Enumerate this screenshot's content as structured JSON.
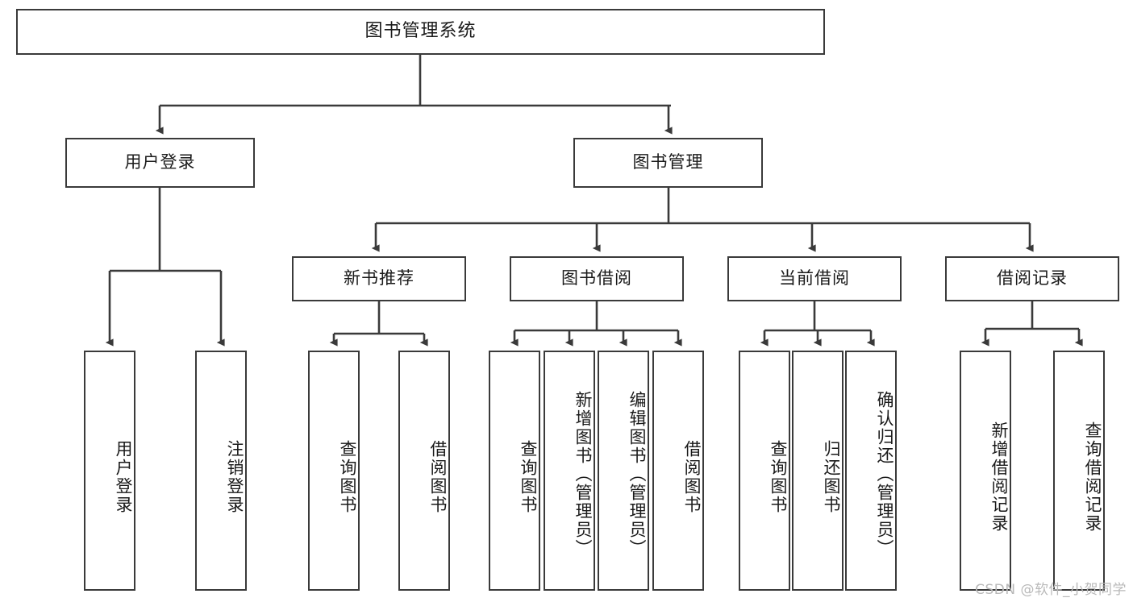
{
  "diagram": {
    "type": "tree-hierarchy",
    "title": "图书管理系统",
    "root": {
      "id": "root",
      "label": "图书管理系统"
    },
    "level2": [
      {
        "id": "user-login",
        "label": "用户登录"
      },
      {
        "id": "book-manage",
        "label": "图书管理"
      }
    ],
    "level3": [
      {
        "id": "new-book-rec",
        "label": "新书推荐"
      },
      {
        "id": "book-borrow",
        "label": "图书借阅"
      },
      {
        "id": "current-borrow",
        "label": "当前借阅"
      },
      {
        "id": "borrow-record",
        "label": "借阅记录"
      }
    ],
    "leaves": {
      "user_login": [
        {
          "id": "leaf-user-login",
          "label": "用户登录"
        },
        {
          "id": "leaf-logout",
          "label": "注销登录"
        }
      ],
      "new_book_rec": [
        {
          "id": "leaf-query-book-1",
          "label": "查询图书"
        },
        {
          "id": "leaf-borrow-book-1",
          "label": "借阅图书"
        }
      ],
      "book_borrow": [
        {
          "id": "leaf-query-book-2",
          "label": "查询图书"
        },
        {
          "id": "leaf-add-book",
          "label": "新增图书（管理员）"
        },
        {
          "id": "leaf-edit-book",
          "label": "编辑图书（管理员）"
        },
        {
          "id": "leaf-borrow-book-2",
          "label": "借阅图书"
        }
      ],
      "current_borrow": [
        {
          "id": "leaf-query-book-3",
          "label": "查询图书"
        },
        {
          "id": "leaf-return-book",
          "label": "归还图书"
        },
        {
          "id": "leaf-confirm-return",
          "label": "确认归还（管理员）"
        }
      ],
      "borrow_record": [
        {
          "id": "leaf-add-record",
          "label": "新增借阅记录"
        },
        {
          "id": "leaf-query-record",
          "label": "查询借阅记录"
        }
      ]
    },
    "colors": {
      "stroke": "#3a3a3a",
      "fill": "#ffffff",
      "text": "#1a1a1a",
      "watermark": "#b9b9b9"
    }
  },
  "watermark": {
    "text": "CSDN @软件_小贺同学"
  }
}
